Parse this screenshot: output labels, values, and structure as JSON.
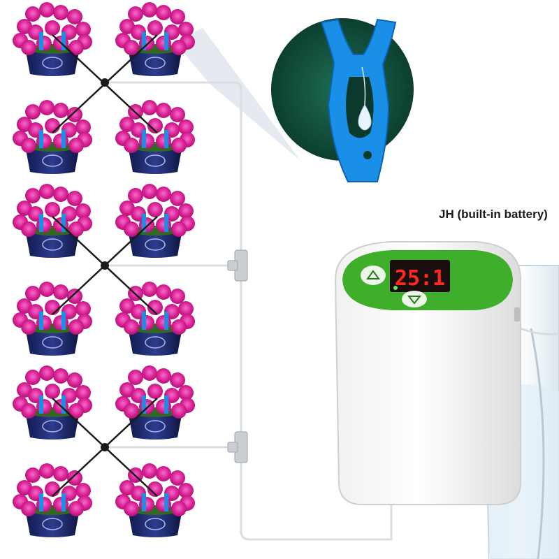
{
  "product": {
    "caption": "JH (built-in battery)",
    "display_readout": "25:1",
    "display_color": "#ff2a1a",
    "panel_color": "#3fae2a",
    "flower_color": "#e0259a",
    "pot_color": "#1e2a6e",
    "dripper_color": "#1a8fe8"
  },
  "scene": {
    "plant_pot_count": 12,
    "icons": [
      "up-arrow-button-icon",
      "down-arrow-button-icon",
      "water-drop-icon"
    ]
  }
}
